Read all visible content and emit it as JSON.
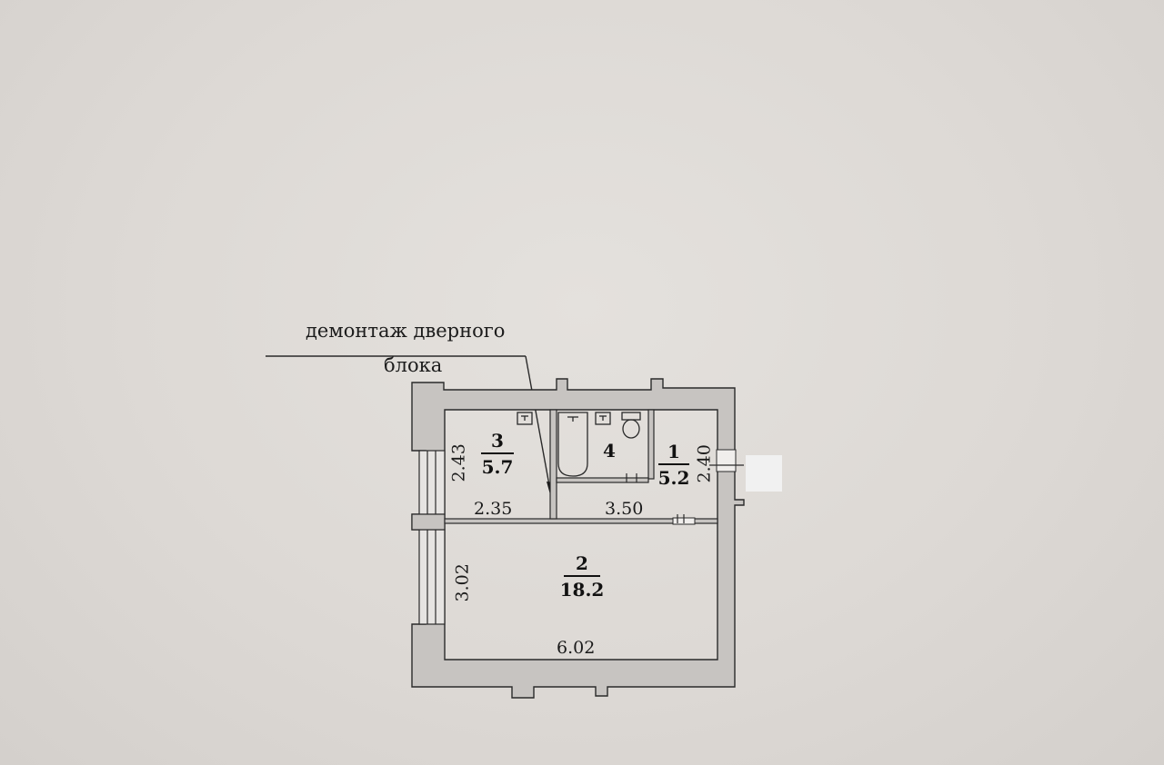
{
  "annotation": {
    "line1": "демонтаж дверного",
    "line2": "блока"
  },
  "rooms": [
    {
      "id": "1",
      "number": "1",
      "area": "5.2"
    },
    {
      "id": "2",
      "number": "2",
      "area": "18.2"
    },
    {
      "id": "3",
      "number": "3",
      "area": "5.7"
    },
    {
      "id": "4",
      "number": "4",
      "area": ""
    }
  ],
  "dimensions": {
    "room3_height": "2.43",
    "room3_width": "2.35",
    "corridor_width": "3.50",
    "room1_height": "2.40",
    "room2_height": "3.02",
    "room2_width": "6.02"
  },
  "colors": {
    "wall_fill": "#c7c4c1",
    "line": "#2a2a2a",
    "background": "#dedad6"
  }
}
